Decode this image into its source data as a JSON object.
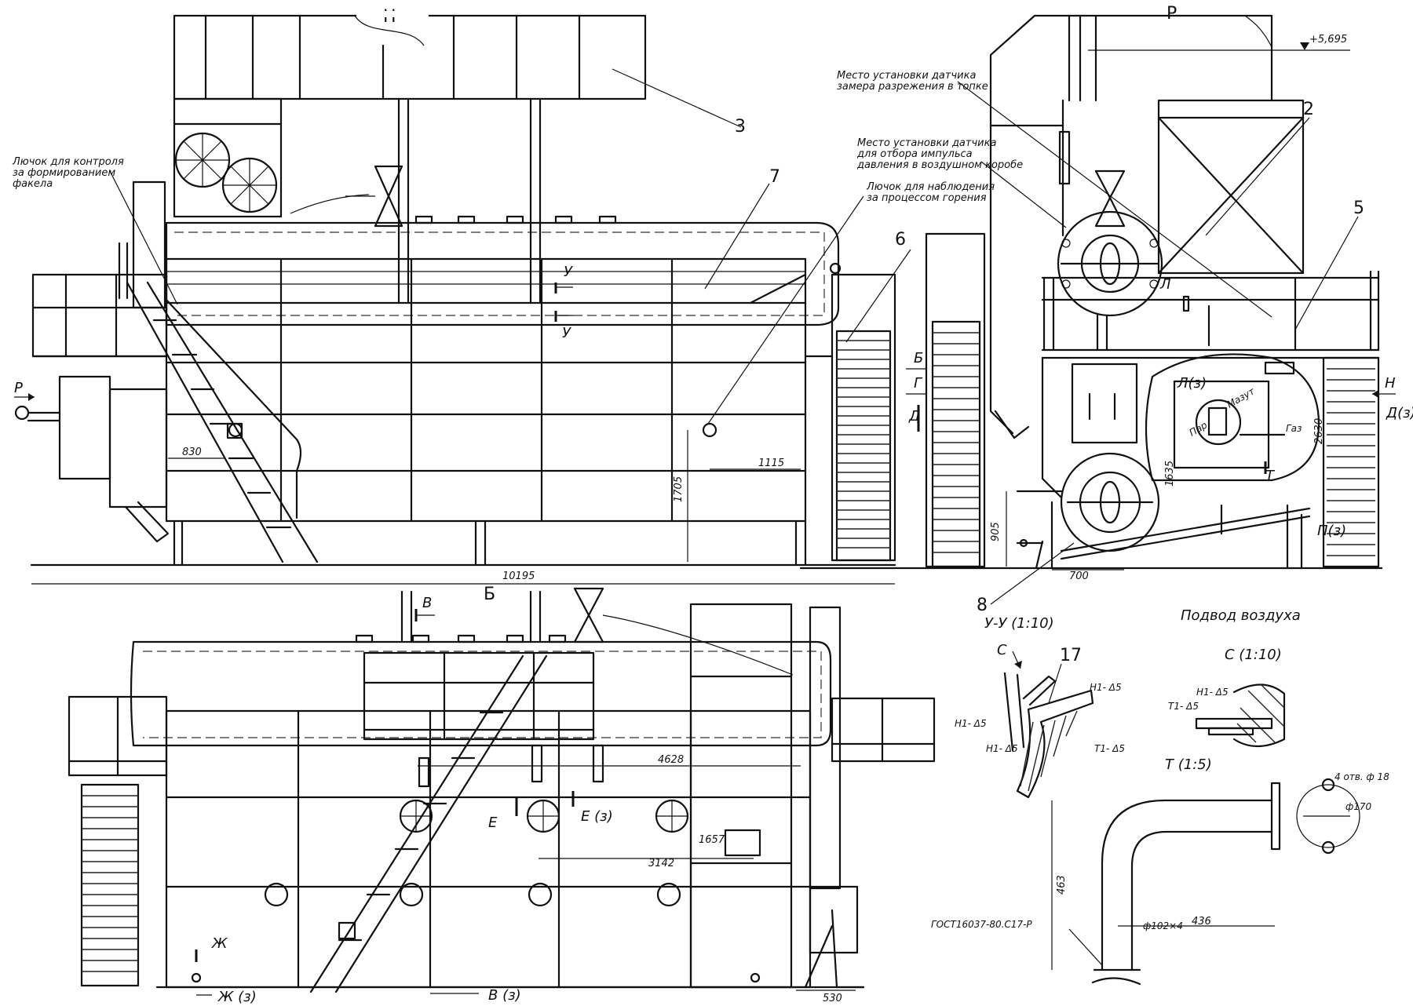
{
  "views": {
    "top_left": "Н",
    "top_right": "Р",
    "bottom": "Б"
  },
  "notes": {
    "note_control_1": "Лючок для контроля",
    "note_control_2": "за формированием",
    "note_control_3": "факела",
    "note_observe_1": "Лючок для наблюдения",
    "note_observe_2": "за процессом горения",
    "note_sensor_furnace_1": "Место установки датчика",
    "note_sensor_furnace_2": "замера разрежения в топке",
    "note_sensor_pulse_1": "Место установки датчика",
    "note_sensor_pulse_2": "для отбора импульса",
    "note_sensor_pulse_3": "давления в воздушном коробе",
    "air_supply": "Подвод воздуха"
  },
  "callouts": {
    "c3": "3",
    "c7": "7",
    "c6": "6",
    "c2": "2",
    "c5": "5",
    "c8": "8",
    "c17": "17"
  },
  "elevation": "+5,695",
  "dimensions": {
    "d10195": "10195",
    "d830": "830",
    "d1115": "1115",
    "d1705": "1705",
    "d905": "905",
    "d700": "700",
    "d1635": "1635",
    "d2630": "2630",
    "d4628": "4628",
    "d3142": "3142",
    "d1657": "1657",
    "d530": "530",
    "d463": "463",
    "d436": "436"
  },
  "section_marks": {
    "u_top": "У",
    "u_bottom": "У",
    "r_left": "Р",
    "b_mark": "Б",
    "g_mark": "Г",
    "d_mark": "Д",
    "l_mark": "Л",
    "l3_mark": "Л(з)",
    "t_mark": "Т",
    "n_mark": "Н",
    "d3_mark": "Д(з)",
    "p3_mark": "П(з)",
    "v_mark": "В",
    "v3_mark": "В (з)",
    "e_mark": "Е",
    "e3_mark": "Е (з)",
    "zh_mark": "Ж",
    "zh3_mark": "Ж (з)",
    "c_mark": "С"
  },
  "labels": {
    "gas": "Газ",
    "mazut": "Мазут",
    "par": "Пар"
  },
  "details": {
    "uu_title": "У-У (1:10)",
    "c_title": "С (1:10)",
    "t_title": "Т (1:5)",
    "weld_h1_a": "Н1- Δ5",
    "weld_h1_b": "Н1- Δ5",
    "weld_h1_c": "Н1- Δ5",
    "weld_t1_a": "Т1- Δ5",
    "weld_h1_d": "Н1- Δ5",
    "weld_t1_b": "Т1- Δ5",
    "holes": "4 отв. ф 18",
    "phi170": "ф170",
    "pipe": "ф102×4",
    "gost": "ГОСТ16037-80.С17-Р"
  }
}
